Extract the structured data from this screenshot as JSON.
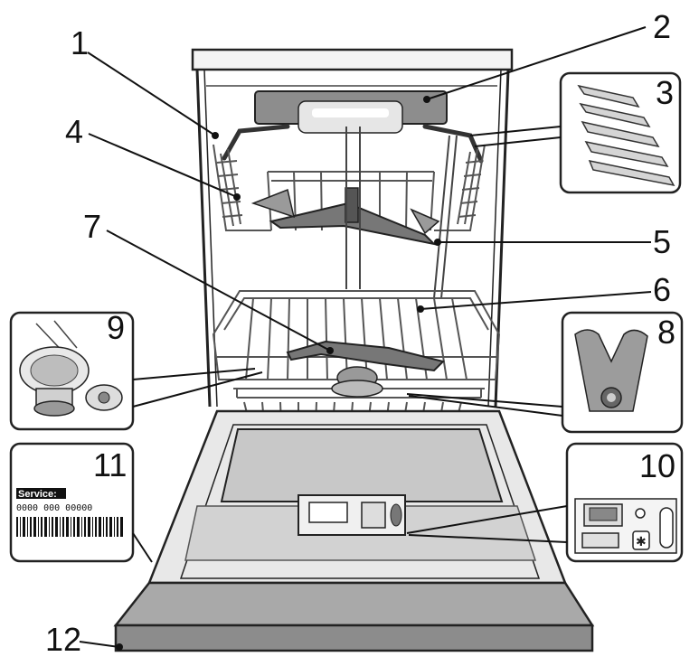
{
  "labels": {
    "n1": "1",
    "n2": "2",
    "n3": "3",
    "n4": "4",
    "n5": "5",
    "n6": "6",
    "n7": "7",
    "n8": "8",
    "n9": "9",
    "n10": "10",
    "n11": "11",
    "n12": "12"
  },
  "service_tag": {
    "title": "Service:",
    "number": "0000 000 00000"
  },
  "colors": {
    "outline": "#222222",
    "panel_grey": "#cfcfcf",
    "dark_grey": "#8a8a8a",
    "rack": "#555555"
  }
}
